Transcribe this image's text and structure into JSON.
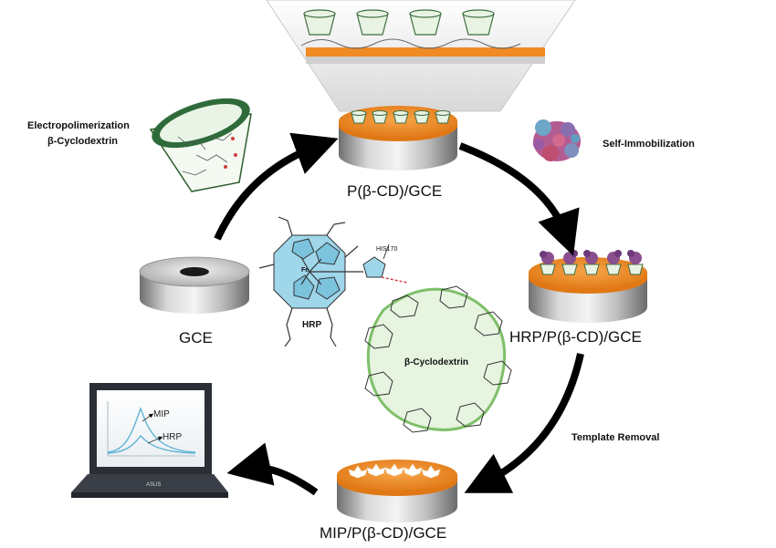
{
  "labels": {
    "gce": "GCE",
    "p_cd_gce": "P(β-CD)/GCE",
    "hrp_p_cd_gce": "HRP/P(β-CD)/GCE",
    "mip_p_cd_gce": "MIP/P(β-CD)/GCE"
  },
  "steps": {
    "electropolymerization_line1": "Electropolimerization",
    "electropolymerization_line2": "β-Cyclodextrin",
    "self_immobilization": "Self-Immobilization",
    "template_removal": "Template Removal"
  },
  "molecules": {
    "hrp": "HRP",
    "his": "HIS170",
    "fe": "Fe",
    "cyclodextrin": "β-Cyclodextrin"
  },
  "laptop": {
    "brand": "ASUS",
    "curve_mip": "MIP",
    "curve_hrp": "HRP"
  },
  "colors": {
    "orange_coating": "#f08a24",
    "steel": "#b8b8b8",
    "arrow": "#000000",
    "porphyrin": "#8fcfe6",
    "cyclodextrin_fill": "#e6f4e0",
    "cyclodextrin_ring": "#7fbf6a"
  }
}
